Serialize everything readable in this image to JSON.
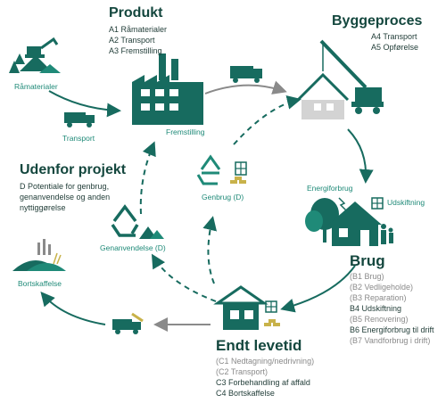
{
  "colors": {
    "teal_dark": "#176b5f",
    "teal": "#1f8a78",
    "grey": "#8a8a8a",
    "heading": "#14473e"
  },
  "produkt": {
    "title": "Produkt",
    "items": [
      "A1 Råmaterialer",
      "A2 Transport",
      "A3 Fremstilling"
    ]
  },
  "byggeproces": {
    "title": "Byggeproces",
    "items": [
      "A4 Transport",
      "A5 Opførelse"
    ]
  },
  "udenfor": {
    "title": "Udenfor projekt",
    "text": "D Potentiale for genbrug, genanvendelse og anden nyttiggørelse"
  },
  "brug": {
    "title": "Brug",
    "items": [
      {
        "text": "(B1 Brug)",
        "muted": true
      },
      {
        "text": "(B2 Vedligeholde)",
        "muted": true
      },
      {
        "text": "(B3 Reparation)",
        "muted": true
      },
      {
        "text": "B4 Udskiftning",
        "muted": false
      },
      {
        "text": "(B5 Renovering)",
        "muted": true
      },
      {
        "text": "B6 Energiforbrug til drift",
        "muted": false
      },
      {
        "text": "(B7 Vandforbrug i drift)",
        "muted": true
      }
    ]
  },
  "endt": {
    "title": "Endt levetid",
    "items": [
      {
        "text": "(C1 Nedtagning/nedrivning)",
        "muted": true
      },
      {
        "text": "(C2 Transport)",
        "muted": true
      },
      {
        "text": "C3 Forbehandling af affald",
        "muted": false
      },
      {
        "text": "C4 Bortskaffelse",
        "muted": false
      }
    ]
  },
  "labels": {
    "ramaterialer": "Råmaterialer",
    "transport": "Transport",
    "fremstilling": "Fremstilling",
    "genbrug": "Genbrug (D)",
    "genanvendelse": "Genanvendelse (D)",
    "bortskaffelse": "Bortskaffelse",
    "energiforbrug": "Energiforbrug",
    "udskiftning": "Udskiftning"
  }
}
